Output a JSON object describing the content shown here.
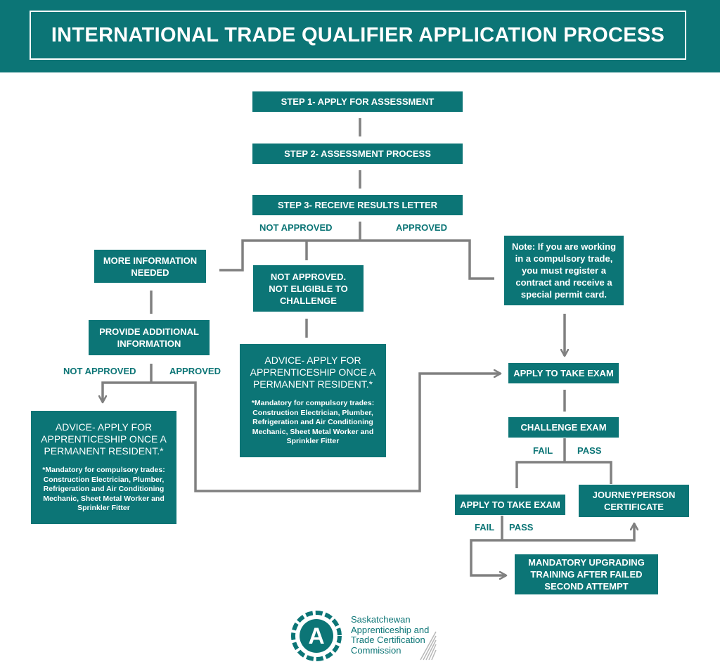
{
  "header": {
    "title": "INTERNATIONAL TRADE QUALIFIER APPLICATION PROCESS"
  },
  "nodes": {
    "step1": "STEP 1- APPLY FOR ASSESSMENT",
    "step2": "STEP 2- ASSESSMENT PROCESS",
    "step3": "STEP 3- RECEIVE RESULTS LETTER",
    "more_info": "MORE INFORMATION\nNEEDED",
    "not_eligible": "NOT APPROVED.\nNOT ELIGIBLE TO\nCHALLENGE",
    "note_permit": "Note: If you are working\nin a compulsory trade,\nyou must register a\ncontract and receive a\nspecial permit card.",
    "provide_info": "PROVIDE ADDITIONAL\nINFORMATION",
    "advice_center": {
      "title": "ADVICE- APPLY FOR\nAPPRENTICESHIP ONCE A\nPERMANENT RESIDENT.*",
      "note": "*Mandatory for compulsory trades:\nConstruction Electrician, Plumber,\nRefrigeration and Air Conditioning\nMechanic, Sheet Metal Worker and\nSprinkler Fitter"
    },
    "advice_left": {
      "title": "ADVICE- APPLY FOR\nAPPRENTICESHIP ONCE A\nPERMANENT RESIDENT.*",
      "note": "*Mandatory for compulsory trades:\nConstruction Electrician, Plumber,\nRefrigeration and Air Conditioning\nMechanic, Sheet Metal Worker and\nSprinkler Fitter"
    },
    "apply_exam_1": "APPLY TO TAKE EXAM",
    "challenge_exam": "CHALLENGE EXAM",
    "apply_exam_2": "APPLY TO TAKE EXAM",
    "journeyperson": "JOURNEYPERSON\nCERTIFICATE",
    "upgrading": "MANDATORY UPGRADING\nTRAINING AFTER FAILED\nSECOND ATTEMPT"
  },
  "labels": {
    "step3_not_approved": "NOT APPROVED",
    "step3_approved": "APPROVED",
    "provide_not_approved": "NOT APPROVED",
    "provide_approved": "APPROVED",
    "challenge_fail": "FAIL",
    "challenge_pass": "PASS",
    "exam2_fail": "FAIL",
    "exam2_pass": "PASS"
  },
  "logo": {
    "letter": "A",
    "text": "Saskatchewan\nApprenticeship and\nTrade Certification\nCommission"
  },
  "colors": {
    "teal": "#0c7576",
    "connector": "#808080",
    "white": "#ffffff"
  }
}
